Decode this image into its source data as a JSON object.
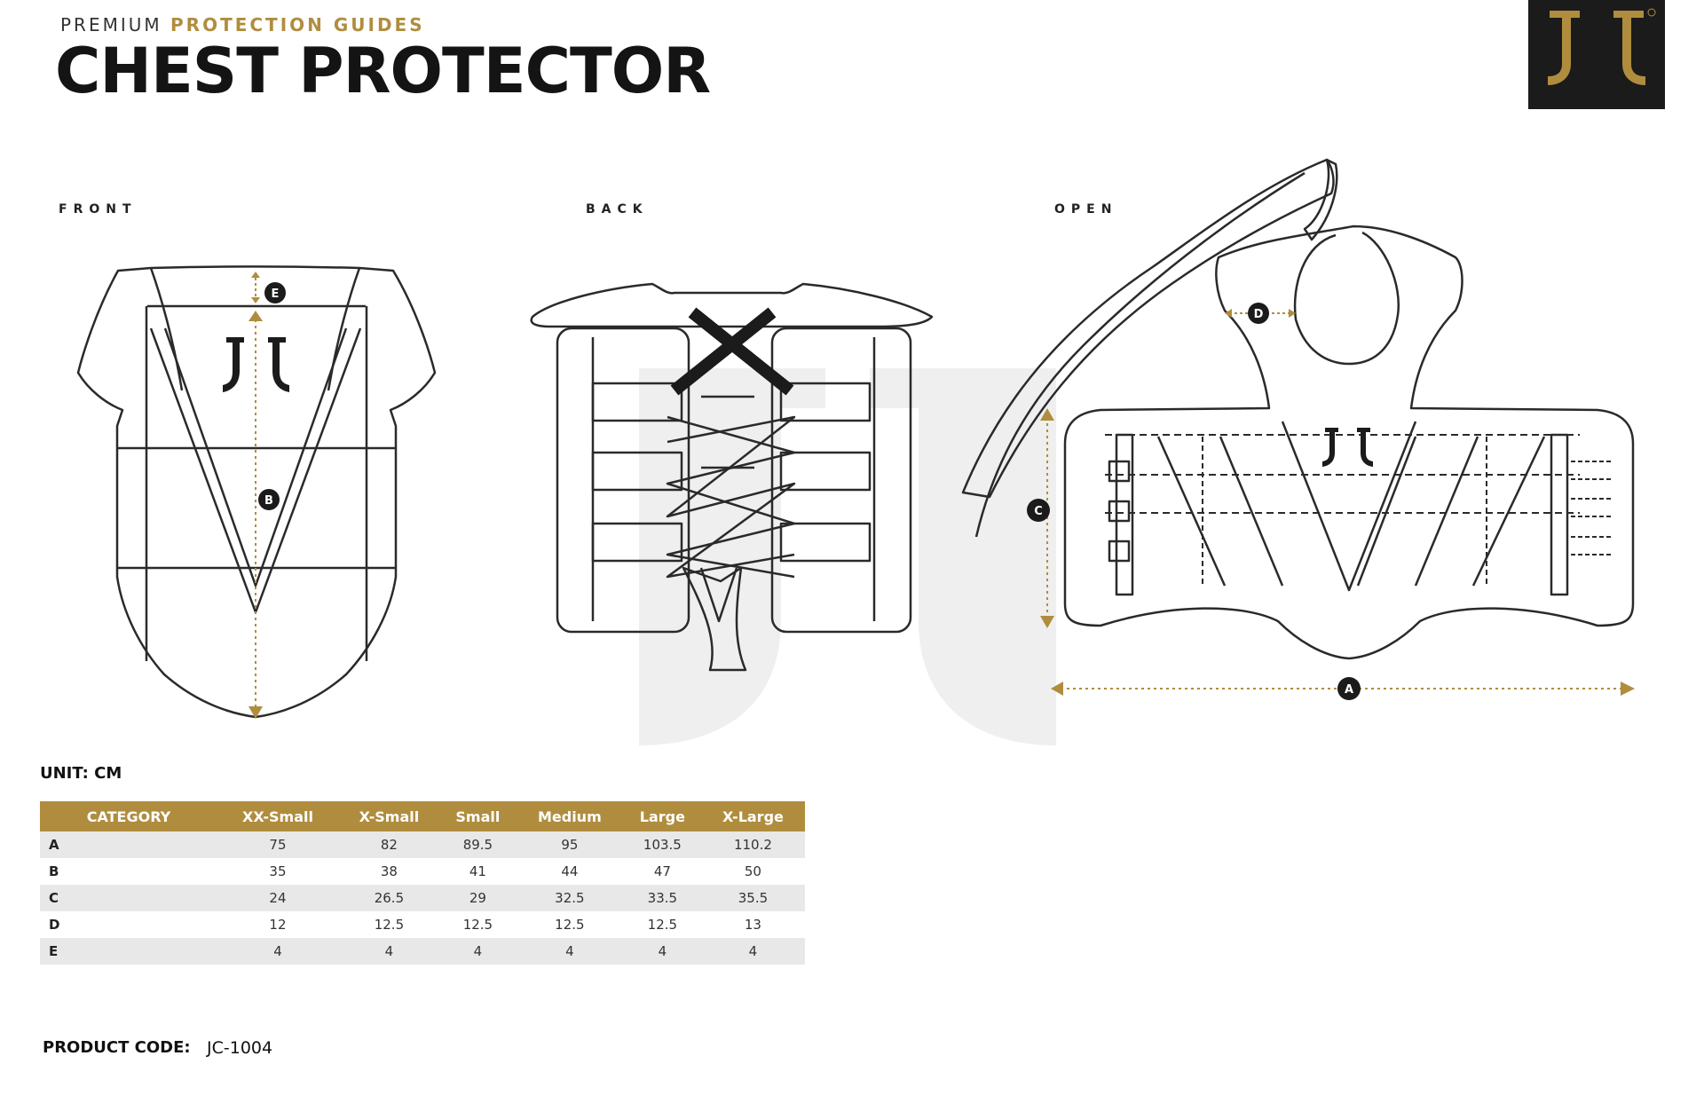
{
  "header": {
    "kicker_prefix": "PREMIUM",
    "kicker_highlight": "PROTECTION GUIDES",
    "title": "CHEST PROTECTOR",
    "logo_icon": "jc-logo-icon"
  },
  "views": {
    "front": "FRONT",
    "back": "BACK",
    "open": "OPEN"
  },
  "markers": {
    "a": "A",
    "b": "B",
    "c": "C",
    "d": "D",
    "e": "E"
  },
  "size_table": {
    "unit": "UNIT: CM",
    "headers": [
      "CATEGORY",
      "XX-Small",
      "X-Small",
      "Small",
      "Medium",
      "Large",
      "X-Large"
    ],
    "rows": [
      {
        "label": "A",
        "values": [
          "75",
          "82",
          "89.5",
          "95",
          "103.5",
          "110.2"
        ]
      },
      {
        "label": "B",
        "values": [
          "35",
          "38",
          "41",
          "44",
          "47",
          "50"
        ]
      },
      {
        "label": "C",
        "values": [
          "24",
          "26.5",
          "29",
          "32.5",
          "33.5",
          "35.5"
        ]
      },
      {
        "label": "D",
        "values": [
          "12",
          "12.5",
          "12.5",
          "12.5",
          "12.5",
          "13"
        ]
      },
      {
        "label": "E",
        "values": [
          "4",
          "4",
          "4",
          "4",
          "4",
          "4"
        ]
      }
    ]
  },
  "product": {
    "code_label": "PRODUCT CODE:",
    "code_value": "JC-1004"
  },
  "colors": {
    "gold": "#b08d3e",
    "dark": "#1b1b1b",
    "row_shade": "#e8e8e8",
    "watermark": "#efefef"
  }
}
